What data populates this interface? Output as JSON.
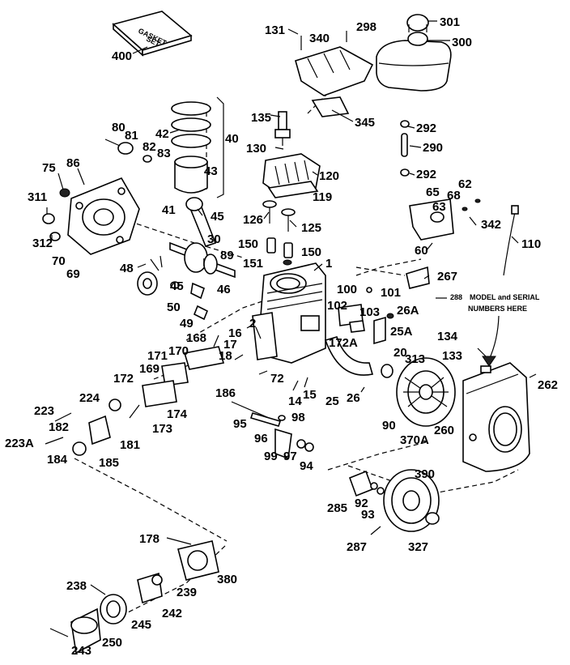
{
  "diagram": {
    "part_numbers": [
      {
        "id": "400",
        "text": "400"
      },
      {
        "id": "131",
        "text": "131"
      },
      {
        "id": "298",
        "text": "298"
      },
      {
        "id": "340",
        "text": "340"
      },
      {
        "id": "301",
        "text": "301"
      },
      {
        "id": "300",
        "text": "300"
      },
      {
        "id": "135",
        "text": "135"
      },
      {
        "id": "345",
        "text": "345"
      },
      {
        "id": "292a",
        "text": "292"
      },
      {
        "id": "290",
        "text": "290"
      },
      {
        "id": "292b",
        "text": "292"
      },
      {
        "id": "130",
        "text": "130"
      },
      {
        "id": "120",
        "text": "120"
      },
      {
        "id": "119",
        "text": "119"
      },
      {
        "id": "80",
        "text": "80"
      },
      {
        "id": "81",
        "text": "81"
      },
      {
        "id": "82",
        "text": "82"
      },
      {
        "id": "83",
        "text": "83"
      },
      {
        "id": "42",
        "text": "42"
      },
      {
        "id": "40",
        "text": "40"
      },
      {
        "id": "43",
        "text": "43"
      },
      {
        "id": "41",
        "text": "41"
      },
      {
        "id": "75",
        "text": "75"
      },
      {
        "id": "86",
        "text": "86"
      },
      {
        "id": "311",
        "text": "311"
      },
      {
        "id": "312",
        "text": "312"
      },
      {
        "id": "70",
        "text": "70"
      },
      {
        "id": "69",
        "text": "69"
      },
      {
        "id": "45a",
        "text": "45"
      },
      {
        "id": "30",
        "text": "30"
      },
      {
        "id": "89",
        "text": "89"
      },
      {
        "id": "126",
        "text": "126"
      },
      {
        "id": "125",
        "text": "125"
      },
      {
        "id": "150a",
        "text": "150"
      },
      {
        "id": "150b",
        "text": "150"
      },
      {
        "id": "151",
        "text": "151"
      },
      {
        "id": "1",
        "text": "1"
      },
      {
        "id": "65",
        "text": "65"
      },
      {
        "id": "62",
        "text": "62"
      },
      {
        "id": "68",
        "text": "68"
      },
      {
        "id": "63",
        "text": "63"
      },
      {
        "id": "342",
        "text": "342"
      },
      {
        "id": "110",
        "text": "110"
      },
      {
        "id": "60",
        "text": "60"
      },
      {
        "id": "267",
        "text": "267"
      },
      {
        "id": "48",
        "text": "48"
      },
      {
        "id": "45b",
        "text": "45"
      },
      {
        "id": "46",
        "text": "46"
      },
      {
        "id": "50",
        "text": "50"
      },
      {
        "id": "49",
        "text": "49"
      },
      {
        "id": "100",
        "text": "100"
      },
      {
        "id": "101",
        "text": "101"
      },
      {
        "id": "102",
        "text": "102"
      },
      {
        "id": "103",
        "text": "103"
      },
      {
        "id": "26A",
        "text": "26A"
      },
      {
        "id": "25A",
        "text": "25A"
      },
      {
        "id": "2",
        "text": "2"
      },
      {
        "id": "16",
        "text": "16"
      },
      {
        "id": "17",
        "text": "17"
      },
      {
        "id": "18",
        "text": "18"
      },
      {
        "id": "168",
        "text": "168"
      },
      {
        "id": "170",
        "text": "170"
      },
      {
        "id": "171",
        "text": "171"
      },
      {
        "id": "169",
        "text": "169"
      },
      {
        "id": "172A",
        "text": "172A"
      },
      {
        "id": "134",
        "text": "134"
      },
      {
        "id": "133",
        "text": "133"
      },
      {
        "id": "20",
        "text": "20"
      },
      {
        "id": "313",
        "text": "313"
      },
      {
        "id": "262",
        "text": "262"
      },
      {
        "id": "172",
        "text": "172"
      },
      {
        "id": "72",
        "text": "72"
      },
      {
        "id": "14",
        "text": "14"
      },
      {
        "id": "15",
        "text": "15"
      },
      {
        "id": "25",
        "text": "25"
      },
      {
        "id": "26",
        "text": "26"
      },
      {
        "id": "186",
        "text": "186"
      },
      {
        "id": "224",
        "text": "224"
      },
      {
        "id": "223",
        "text": "223"
      },
      {
        "id": "174",
        "text": "174"
      },
      {
        "id": "173",
        "text": "173"
      },
      {
        "id": "182",
        "text": "182"
      },
      {
        "id": "181",
        "text": "181"
      },
      {
        "id": "223A",
        "text": "223A"
      },
      {
        "id": "184",
        "text": "184"
      },
      {
        "id": "185",
        "text": "185"
      },
      {
        "id": "95",
        "text": "95"
      },
      {
        "id": "98",
        "text": "98"
      },
      {
        "id": "96",
        "text": "96"
      },
      {
        "id": "99",
        "text": "99"
      },
      {
        "id": "97",
        "text": "97"
      },
      {
        "id": "94",
        "text": "94"
      },
      {
        "id": "90",
        "text": "90"
      },
      {
        "id": "260",
        "text": "260"
      },
      {
        "id": "370A",
        "text": "370A"
      },
      {
        "id": "390",
        "text": "390"
      },
      {
        "id": "285",
        "text": "285"
      },
      {
        "id": "92",
        "text": "92"
      },
      {
        "id": "93",
        "text": "93"
      },
      {
        "id": "287",
        "text": "287"
      },
      {
        "id": "327",
        "text": "327"
      },
      {
        "id": "178",
        "text": "178"
      },
      {
        "id": "380",
        "text": "380"
      },
      {
        "id": "238",
        "text": "238"
      },
      {
        "id": "239",
        "text": "239"
      },
      {
        "id": "242",
        "text": "242"
      },
      {
        "id": "245",
        "text": "245"
      },
      {
        "id": "250",
        "text": "250"
      },
      {
        "id": "243",
        "text": "243"
      }
    ],
    "model_note": "MODEL and SERIAL",
    "model_note_line2": "NUMBERS HERE",
    "model_note_prefix": "288",
    "gasket_box_line1": "GASKET",
    "gasket_box_line2": "SET"
  }
}
